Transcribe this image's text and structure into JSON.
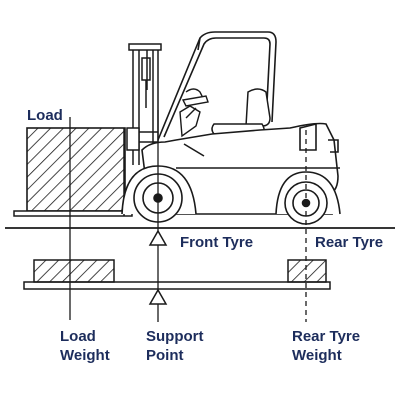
{
  "labels": {
    "load": "Load",
    "front_tyre": "Front Tyre",
    "rear_tyre": "Rear Tyre",
    "load_weight_1": "Load",
    "load_weight_2": "Weight",
    "support_point_1": "Support",
    "support_point_2": "Point",
    "rear_tyre_weight_1": "Rear Tyre",
    "rear_tyre_weight_2": "Weight"
  },
  "colors": {
    "line": "#1a1a1a",
    "label": "#1d2d5c",
    "background": "#ffffff"
  }
}
